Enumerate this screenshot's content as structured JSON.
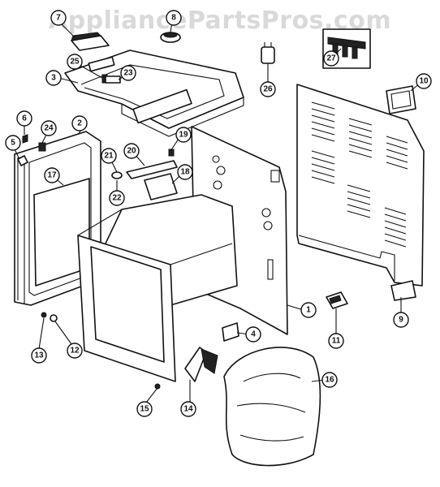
{
  "watermark": "AppliancePartsPros.com",
  "callouts": [
    {
      "id": "7",
      "label": "7"
    },
    {
      "id": "8",
      "label": "8"
    },
    {
      "id": "25",
      "label": "25"
    },
    {
      "id": "23",
      "label": "23"
    },
    {
      "id": "3",
      "label": "3"
    },
    {
      "id": "26",
      "label": "26"
    },
    {
      "id": "27",
      "label": "27"
    },
    {
      "id": "10",
      "label": "10"
    },
    {
      "id": "6",
      "label": "6"
    },
    {
      "id": "24",
      "label": "24"
    },
    {
      "id": "2",
      "label": "2"
    },
    {
      "id": "5",
      "label": "5"
    },
    {
      "id": "17",
      "label": "17"
    },
    {
      "id": "19",
      "label": "19"
    },
    {
      "id": "21",
      "label": "21"
    },
    {
      "id": "20",
      "label": "20"
    },
    {
      "id": "18",
      "label": "18"
    },
    {
      "id": "22",
      "label": "22"
    },
    {
      "id": "1",
      "label": "1"
    },
    {
      "id": "11",
      "label": "11"
    },
    {
      "id": "9",
      "label": "9"
    },
    {
      "id": "4",
      "label": "4"
    },
    {
      "id": "13",
      "label": "13"
    },
    {
      "id": "12",
      "label": "12"
    },
    {
      "id": "15",
      "label": "15"
    },
    {
      "id": "14",
      "label": "14"
    },
    {
      "id": "16",
      "label": "16"
    }
  ]
}
